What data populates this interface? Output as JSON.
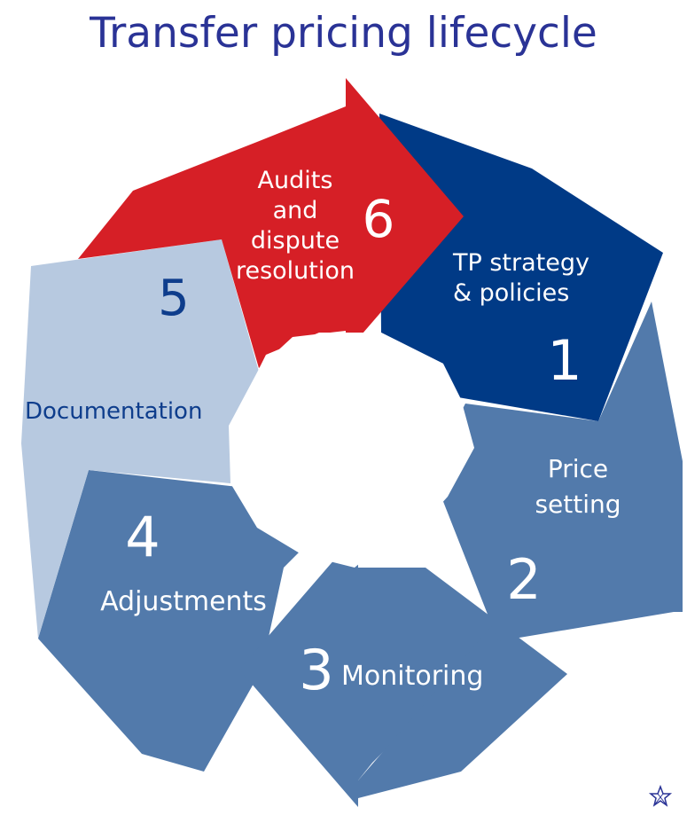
{
  "title": "Transfer pricing lifecycle",
  "colors": {
    "title": "#2a3396",
    "navy": "#003a86",
    "red": "#d61f26",
    "steel": "#527aab",
    "light": "#b7c9e0",
    "light_text": "#0e3d8c"
  },
  "steps": [
    {
      "number": "1",
      "lines": [
        "TP strategy",
        "& policies"
      ],
      "color": "navy"
    },
    {
      "number": "2",
      "lines": [
        "Price",
        "setting"
      ],
      "color": "steel"
    },
    {
      "number": "3",
      "lines": [
        "Monitoring"
      ],
      "color": "steel"
    },
    {
      "number": "4",
      "lines": [
        "Adjustments"
      ],
      "color": "steel"
    },
    {
      "number": "5",
      "lines": [
        "Documentation"
      ],
      "color": "light"
    },
    {
      "number": "6",
      "lines": [
        "Audits",
        "and",
        "dispute",
        "resolution"
      ],
      "color": "red"
    }
  ],
  "logo_icon": "star-logo-icon"
}
